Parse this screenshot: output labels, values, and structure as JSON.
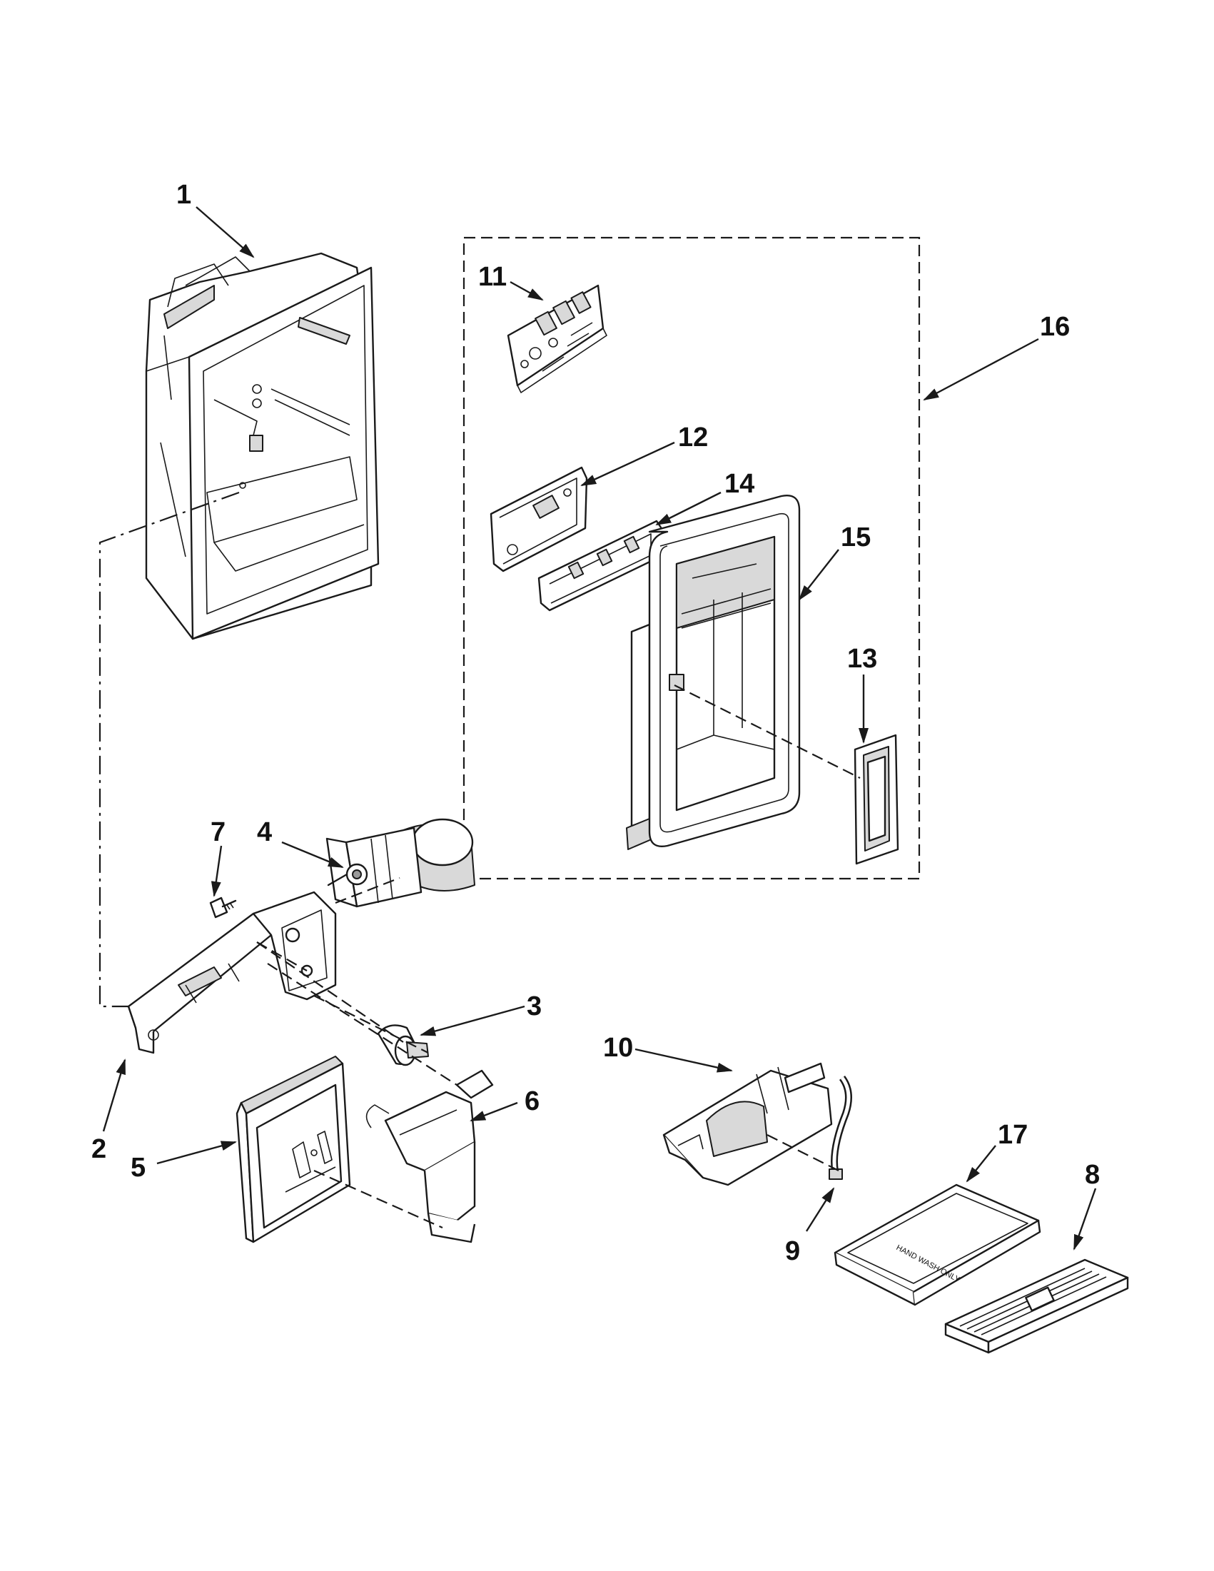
{
  "callouts": {
    "c1": "1",
    "c2": "2",
    "c3": "3",
    "c4": "4",
    "c5": "5",
    "c6": "6",
    "c7": "7",
    "c8": "8",
    "c9": "9",
    "c10": "10",
    "c11": "11",
    "c12": "12",
    "c13": "13",
    "c14": "14",
    "c15": "15",
    "c16": "16",
    "c17": "17"
  },
  "drip_tray_label": "HAND WASH ONLY",
  "icons": {
    "arrowhead": "arrowhead-icon"
  }
}
